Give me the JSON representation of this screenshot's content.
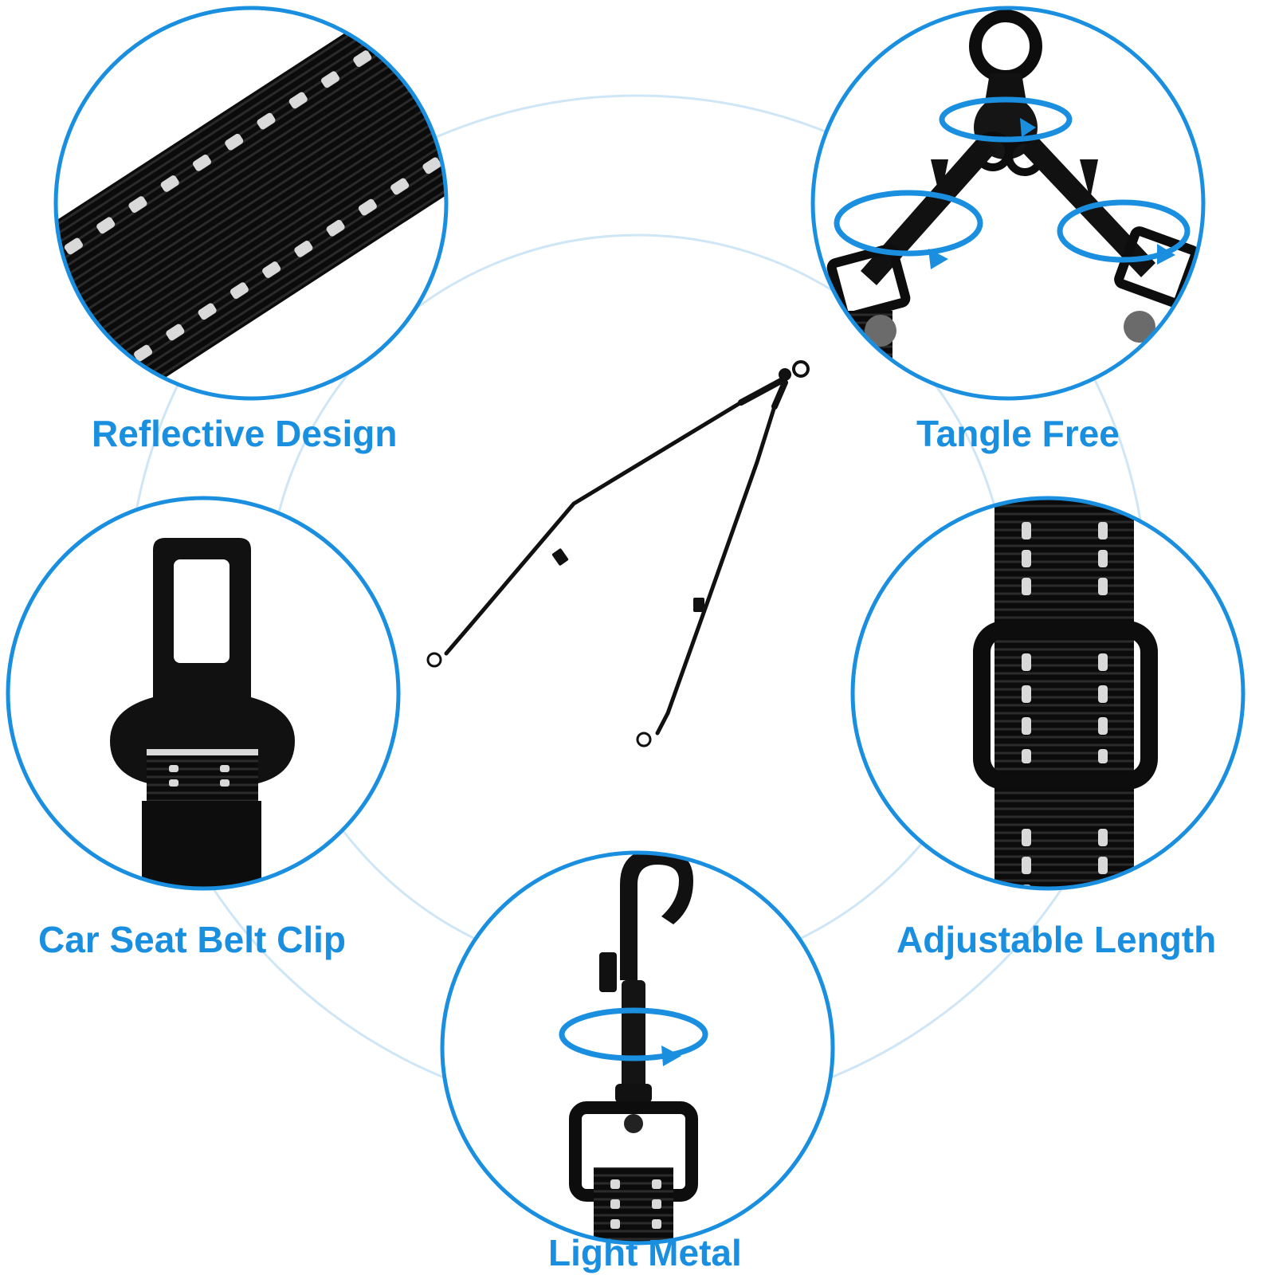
{
  "features": [
    {
      "id": "reflective",
      "label": "Reflective Design"
    },
    {
      "id": "tangle",
      "label": "Tangle Free"
    },
    {
      "id": "seatbelt",
      "label": "Car Seat Belt Clip"
    },
    {
      "id": "adjustable",
      "label": "Adjustable Length"
    },
    {
      "id": "metal",
      "label": "Light Metal"
    }
  ],
  "colors": {
    "accent": "#1a8fe0",
    "ring": "#cfe6f6",
    "webbing": "#0b0b0b",
    "stitch": "#d8d8d8"
  },
  "icons": [
    "reflective-strap-icon",
    "swivel-splitter-icon",
    "seat-belt-buckle-icon",
    "adjuster-slider-icon",
    "snap-hook-icon",
    "coupler-leash-icon",
    "rotation-arrow-icon"
  ]
}
